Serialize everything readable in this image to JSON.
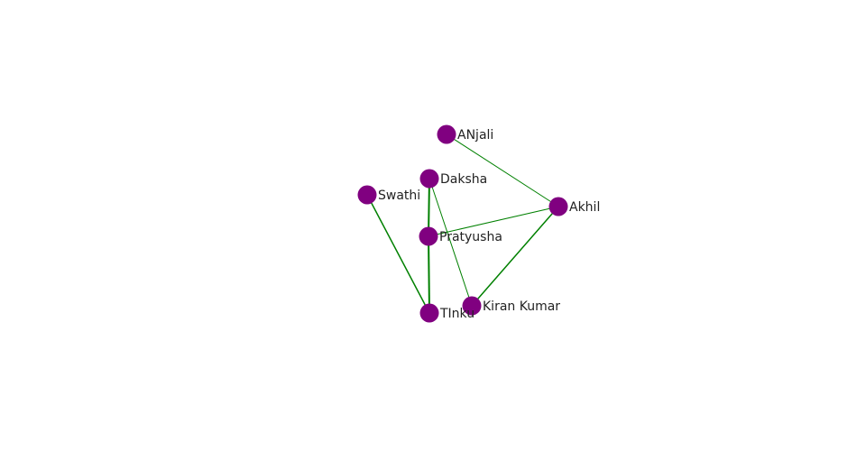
{
  "graph": {
    "node_color": "#800080",
    "edge_color": "#008000",
    "nodes": [
      {
        "id": "anjali",
        "label": "ANjali"
      },
      {
        "id": "daksha",
        "label": "Daksha"
      },
      {
        "id": "swathi",
        "label": "Swathi"
      },
      {
        "id": "akhil",
        "label": "Akhil"
      },
      {
        "id": "pratyusha",
        "label": "Pratyusha"
      },
      {
        "id": "kiran",
        "label": "Kiran Kumar"
      },
      {
        "id": "tinku",
        "label": "TInku"
      }
    ],
    "edges": [
      {
        "source": "anjali",
        "target": "akhil",
        "weight": 1
      },
      {
        "source": "daksha",
        "target": "pratyusha",
        "weight": 2
      },
      {
        "source": "daksha",
        "target": "kiran",
        "weight": 1
      },
      {
        "source": "swathi",
        "target": "tinku",
        "weight": 1.5
      },
      {
        "source": "pratyusha",
        "target": "akhil",
        "weight": 1
      },
      {
        "source": "pratyusha",
        "target": "tinku",
        "weight": 2
      },
      {
        "source": "akhil",
        "target": "kiran",
        "weight": 1.5
      }
    ]
  }
}
